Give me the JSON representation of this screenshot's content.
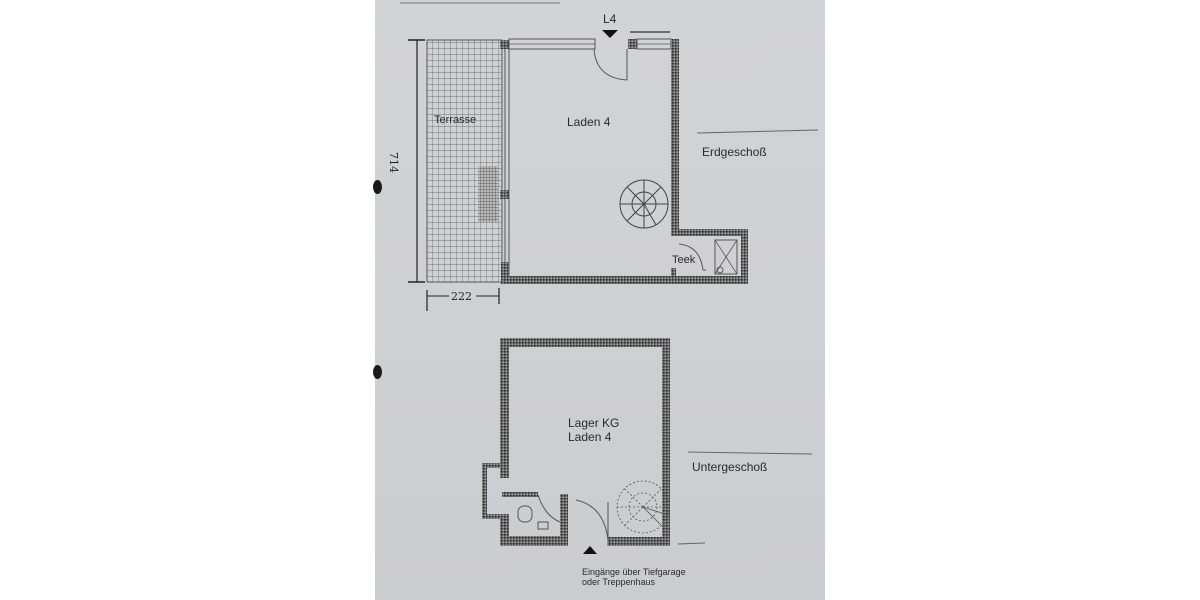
{
  "document": {
    "type": "floor plan",
    "floors": [
      {
        "name": "Erdgeschoß",
        "marker": "L4",
        "rooms": [
          "Laden 4",
          "Terrasse",
          "Teek"
        ],
        "dimensions": {
          "vertical": "714",
          "horizontal": "222"
        }
      },
      {
        "name": "Untergeschoß",
        "rooms": [
          "Lager KG",
          "Laden 4"
        ],
        "entrance_note_line1": "Eingänge über Tiefgarage",
        "entrance_note_line2": "oder Treppenhaus"
      }
    ]
  },
  "labels": {
    "l4": "L4",
    "terrasse": "Terrasse",
    "laden4_eg": "Laden 4",
    "teek": "Teek",
    "erdgeschoss": "Erdgeschoß",
    "dim_vertical": "714",
    "dim_horizontal": "222",
    "lager_kg": "Lager KG",
    "laden4_kg": "Laden 4",
    "untergeschoss": "Untergeschoß",
    "entrance_line1": "Eingänge über Tiefgarage",
    "entrance_line2": "oder Treppenhaus"
  },
  "colors": {
    "paper": "#cfd0d4",
    "ink": "#2a2a2a",
    "wall_hatch": "#4a4a4a"
  }
}
